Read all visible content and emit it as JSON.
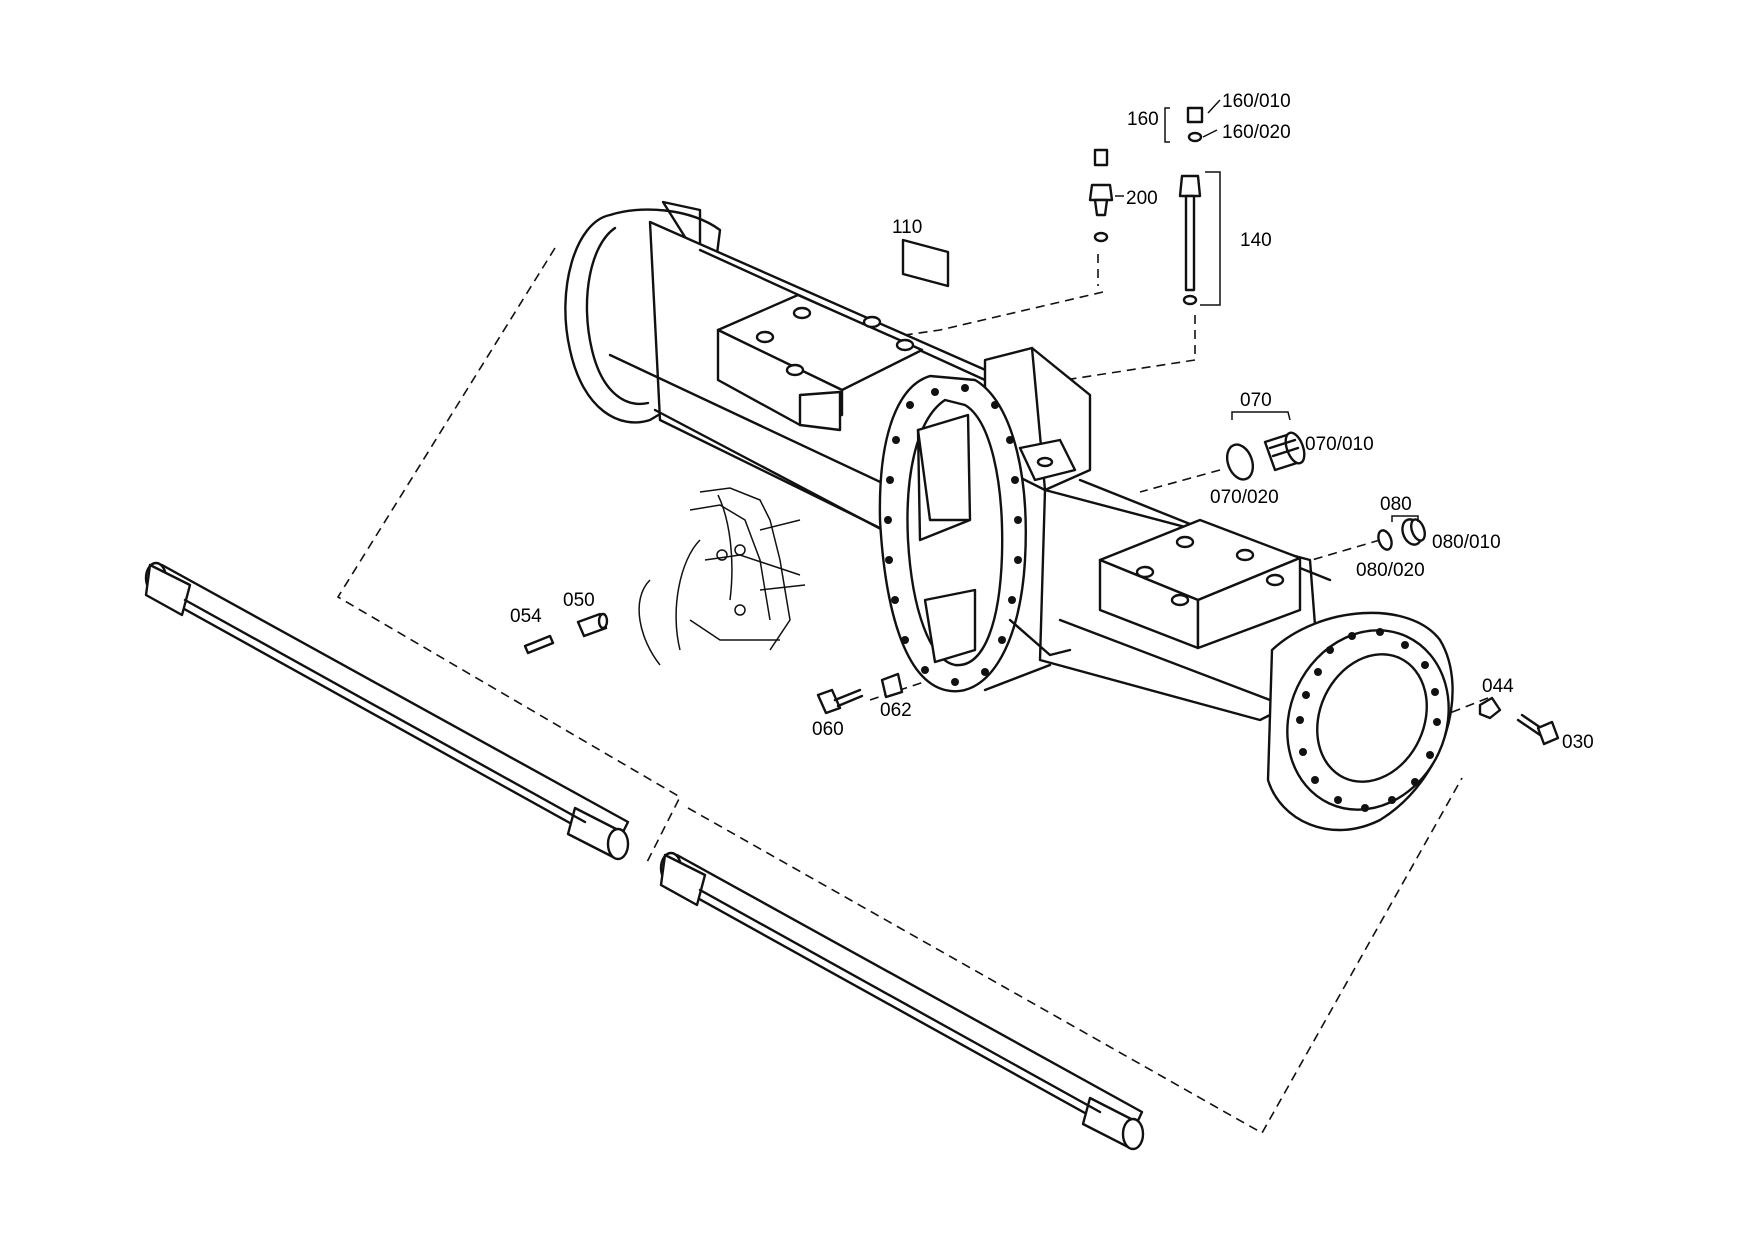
{
  "labels": {
    "p160": "160",
    "p160_010": "160/010",
    "p160_020": "160/020",
    "p200": "200",
    "p110": "110",
    "p140": "140",
    "p070": "070",
    "p070_010": "070/010",
    "p070_020": "070/020",
    "p080": "080",
    "p080_010": "080/010",
    "p080_020": "080/020",
    "p054": "054",
    "p050": "050",
    "p060": "060",
    "p062": "062",
    "p044": "044",
    "p030": "030"
  }
}
